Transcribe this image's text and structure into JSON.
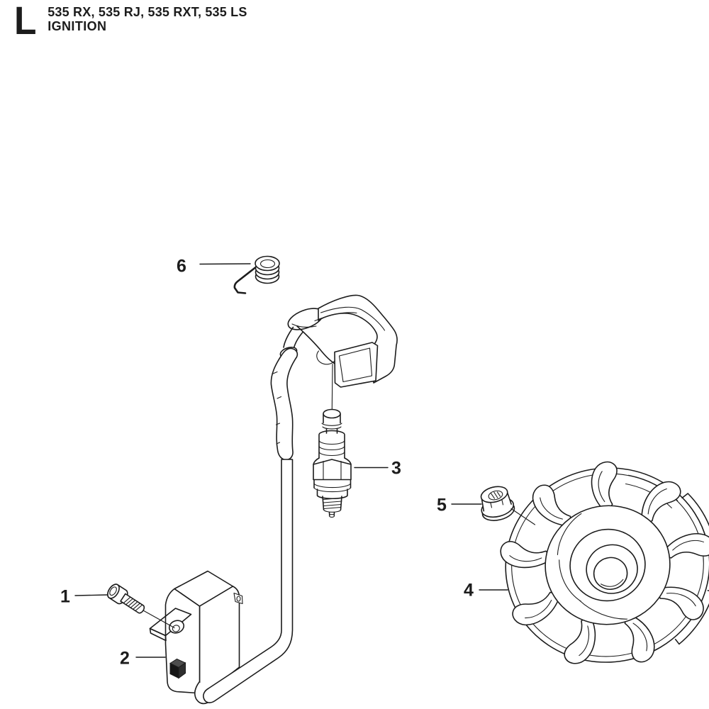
{
  "colors": {
    "line": "#1c1c1c",
    "bg": "#ffffff"
  },
  "header": {
    "section_letter": "L",
    "models": "535 RX, 535 RJ, 535 RXT, 535 LS",
    "title": "IGNITION"
  },
  "callouts": [
    {
      "number": "1"
    },
    {
      "number": "2"
    },
    {
      "number": "3"
    },
    {
      "number": "4"
    },
    {
      "number": "5"
    },
    {
      "number": "6"
    }
  ]
}
